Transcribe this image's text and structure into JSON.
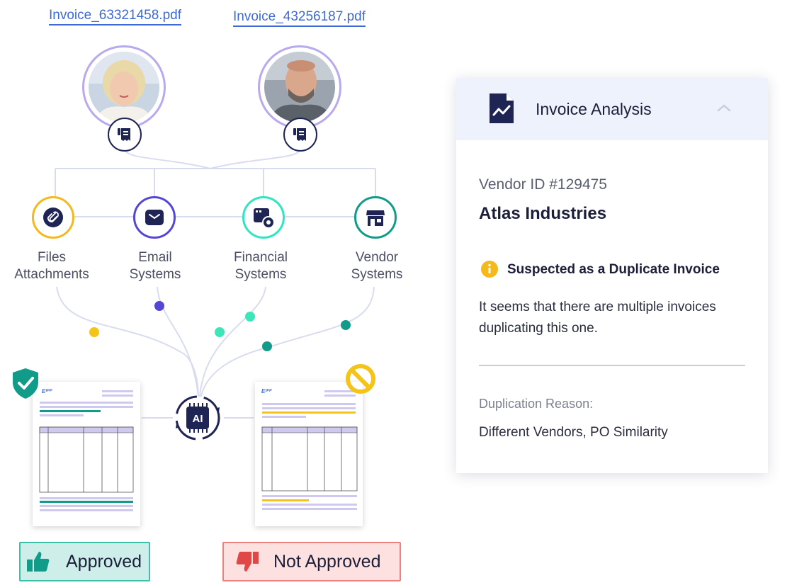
{
  "invoices": {
    "file_left": "Invoice_63321458.pdf",
    "file_right": "Invoice_43256187.pdf"
  },
  "sources": [
    {
      "label_line1": "Files",
      "label_line2": "Attachments",
      "icon": "paperclip-icon",
      "color": "#f5b91c"
    },
    {
      "label_line1": "Email",
      "label_line2": "Systems",
      "icon": "envelope-icon",
      "color": "#5646d6"
    },
    {
      "label_line1": "Financial",
      "label_line2": "Systems",
      "icon": "browser-gear-icon",
      "color": "#2ee6c0"
    },
    {
      "label_line1": "Vendor",
      "label_line2": "Systems",
      "icon": "storefront-icon",
      "color": "#119c8a"
    }
  ],
  "ai_hub": {
    "label": "AI",
    "icon": "ai-chip-cycle-icon"
  },
  "documents": {
    "left_logo": "Eᴵᴾᴾ",
    "right_logo": "Eᴵᴾᴾ",
    "left_badge": "shield-check-icon",
    "right_badge": "prohibited-icon"
  },
  "status": {
    "approved_label": "Approved",
    "not_approved_label": "Not Approved"
  },
  "panel": {
    "title": "Invoice Analysis",
    "vendor_id": "Vendor ID #129475",
    "vendor_name": "Atlas Industries",
    "warning_title": "Suspected as a Duplicate Invoice",
    "warning_body_line1": "It seems that there are multiple invoices",
    "warning_body_line2": "duplicating this one.",
    "reason_label": "Duplication Reason:",
    "reason_value": "Different Vendors, PO Similarity"
  },
  "colors": {
    "accent_navy": "#1e2454",
    "line": "#d7d9ee",
    "approved_bg": "#cdeee9",
    "approved_border": "#3fbea8",
    "rejected_bg": "#fde1e1",
    "rejected_border": "#ef8080"
  }
}
